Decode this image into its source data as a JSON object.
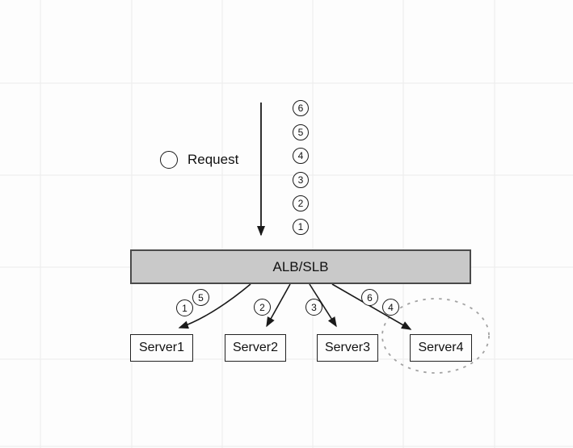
{
  "diagram": {
    "legend": {
      "symbol": "circle",
      "label": "Request"
    },
    "incoming_queue": [
      "6",
      "5",
      "4",
      "3",
      "2",
      "1"
    ],
    "load_balancer": {
      "label": "ALB/SLB"
    },
    "dispatch_order": [
      "1",
      "5",
      "2",
      "3",
      "6",
      "4"
    ],
    "servers": [
      "Server1",
      "Server2",
      "Server3",
      "Server4"
    ],
    "highlight": {
      "shape": "dashed-ellipse",
      "around": "Server4"
    },
    "colors": {
      "background": "#fdfdfd",
      "grid_line": "#ececec",
      "line": "#1a1a1a",
      "load_balancer_fill": "#c9c9c9",
      "load_balancer_border": "#4a4a4a",
      "dashed_ellipse": "#a3a3a3"
    }
  }
}
